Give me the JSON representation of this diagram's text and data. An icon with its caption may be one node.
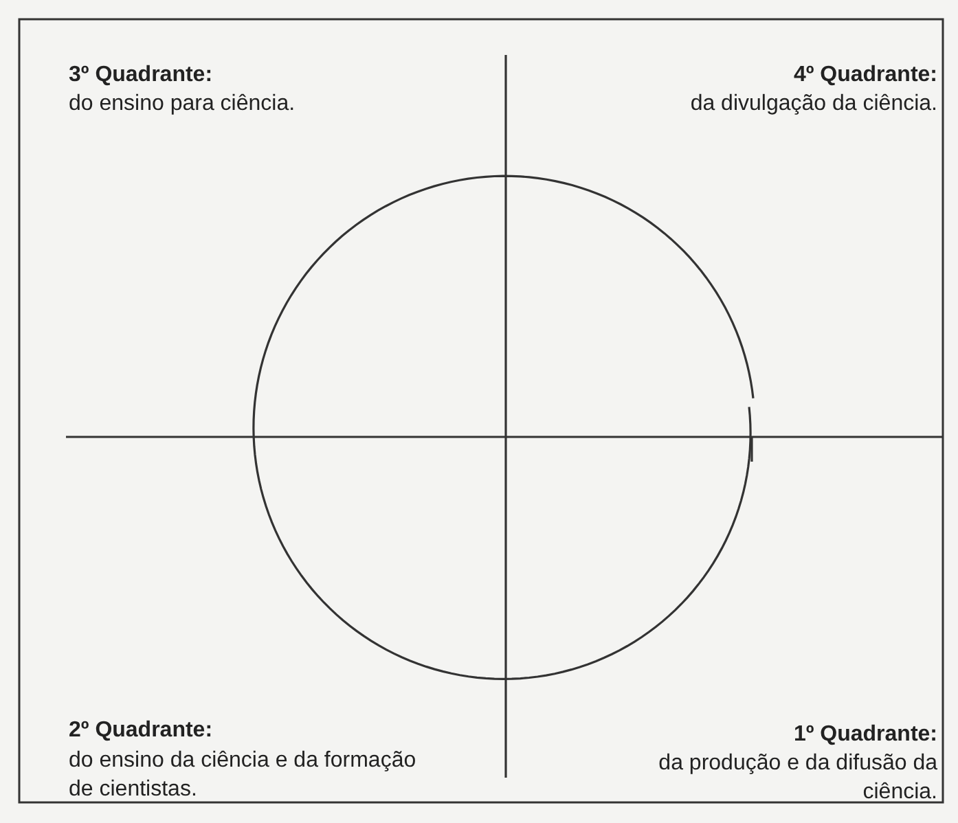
{
  "diagram": {
    "labels": [
      "3º Quadrante:",
      "do ensino para ciência.",
      "4º Quadrante:",
      "da divulgação da ciência.",
      "2º Quadrante:",
      "do ensino da ciência e da formação de cientistas.",
      "1º Quadrante:",
      "da produção e da difusão da ciência."
    ]
  }
}
